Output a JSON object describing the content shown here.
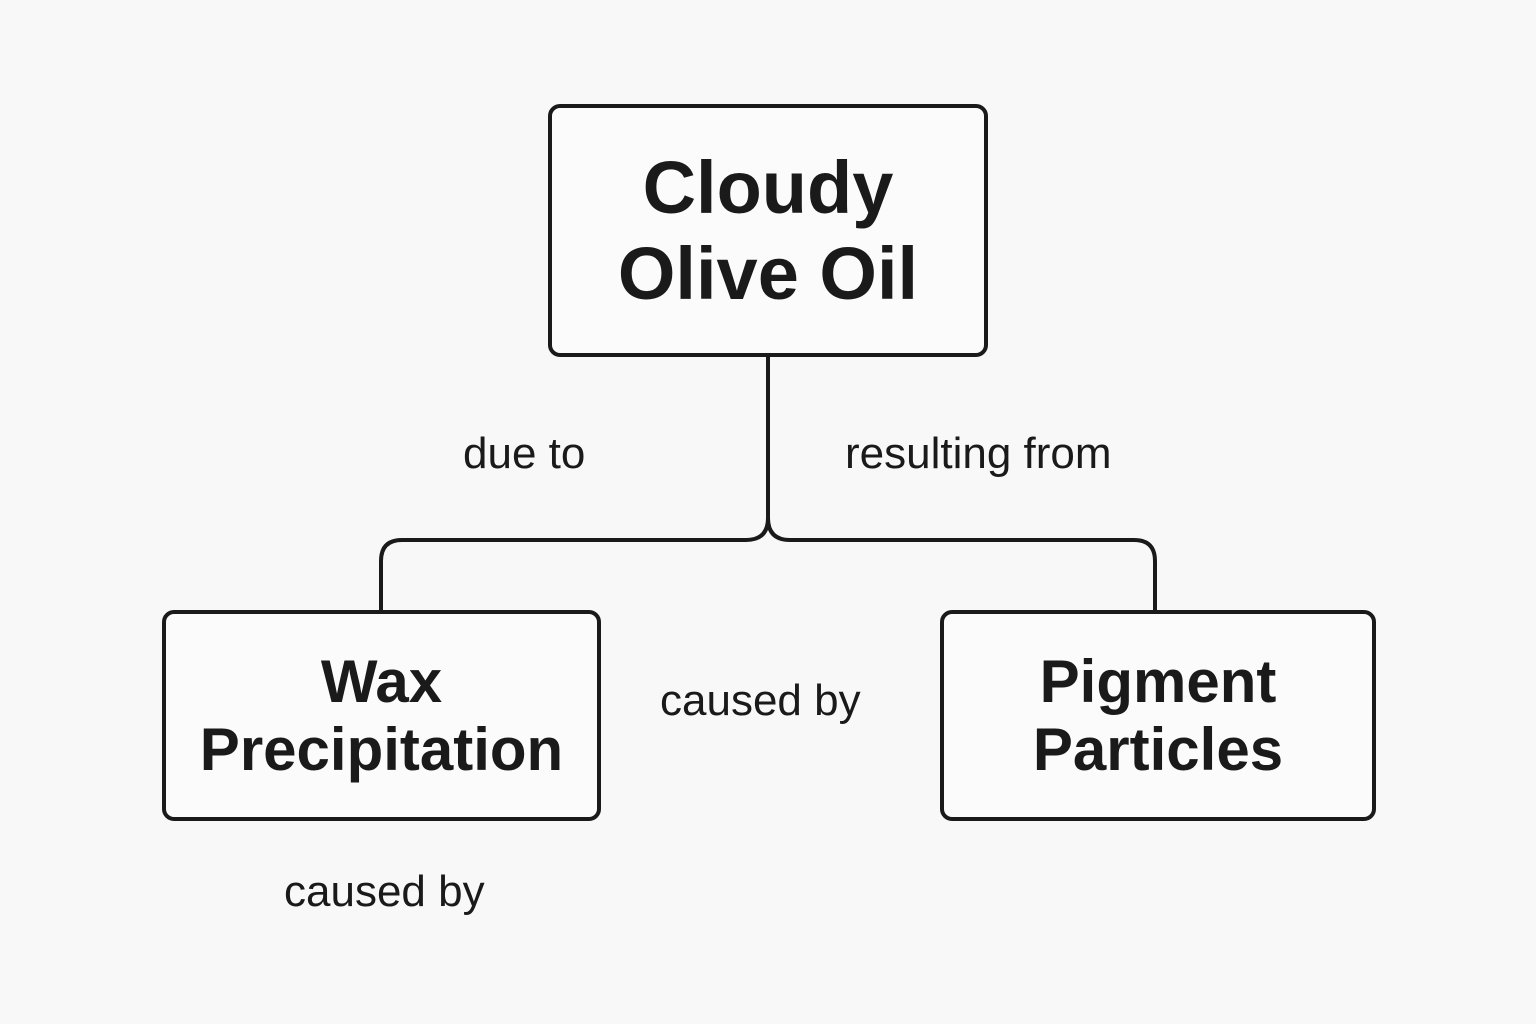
{
  "nodes": {
    "root": {
      "line1": "Cloudy",
      "line2": "Olive Oil"
    },
    "wax": {
      "line1": "Wax",
      "line2": "Precipitation"
    },
    "pigment": {
      "line1": "Pigment",
      "line2": "Particles"
    }
  },
  "edge_labels": {
    "due_to": "due to",
    "resulting_from": "resulting from",
    "caused_by_middle": "caused by",
    "caused_by_bottom": "caused by"
  },
  "colors": {
    "background": "#f8f8f8",
    "stroke": "#1a1a1a"
  }
}
